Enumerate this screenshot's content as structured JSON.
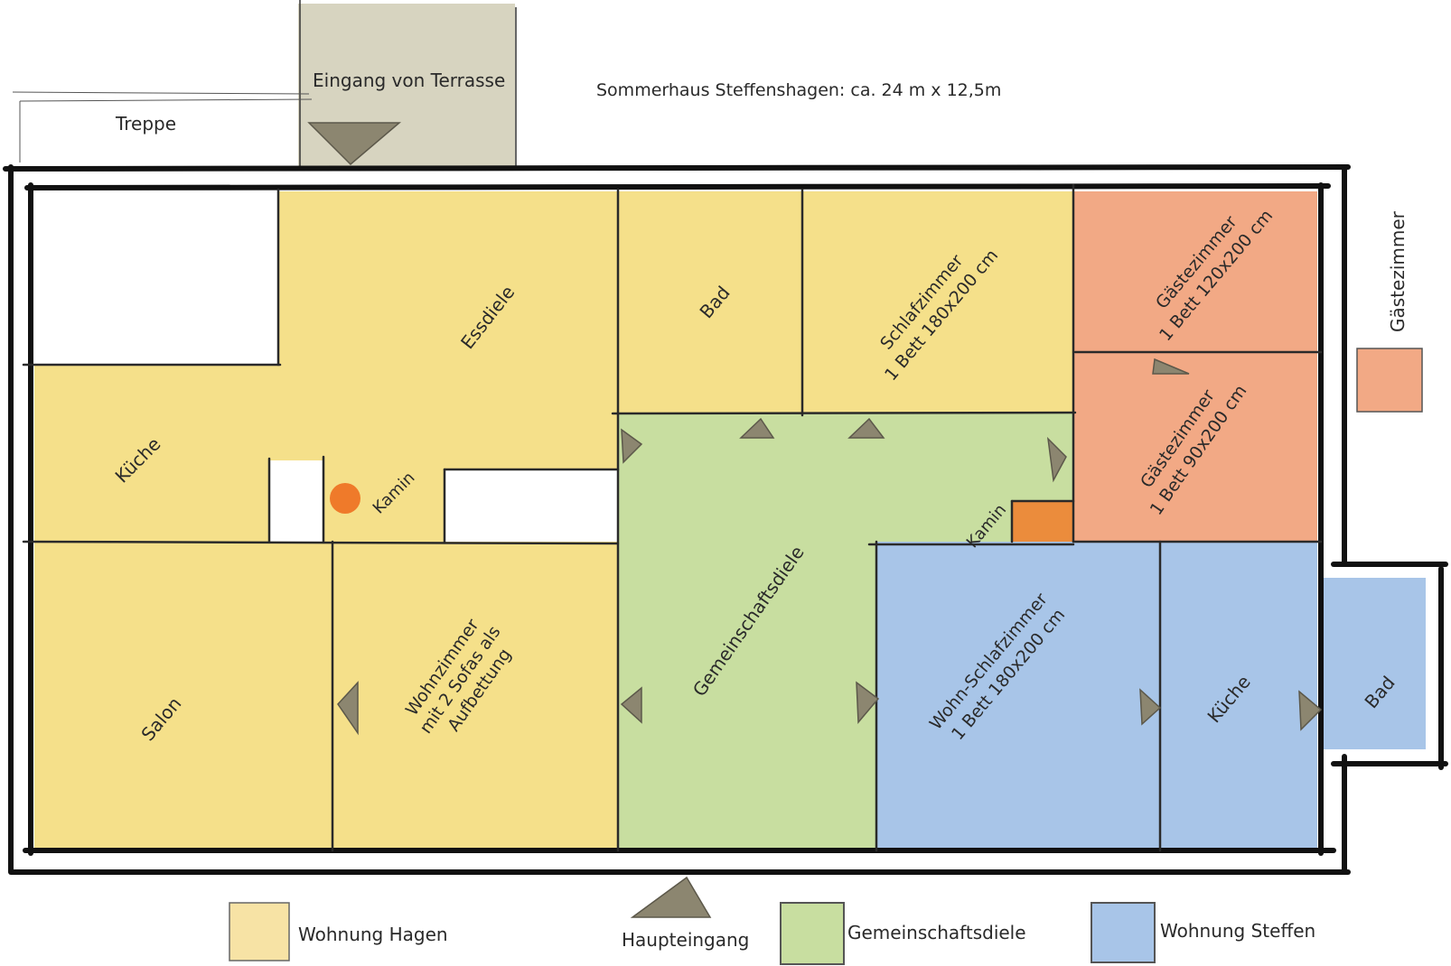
{
  "title": "Sommerhaus Steffenshagen: ca. 24 m x 12,5m",
  "outside": {
    "treppe": "Treppe",
    "eingang_terrasse": "Eingang von Terrasse"
  },
  "rooms": {
    "essdiele": "Essdiele",
    "kueche_hagen": "Küche",
    "kamin_hagen": "Kamin",
    "salon": "Salon",
    "wohnzimmer": [
      "Wohnzimmer",
      "mit 2 Sofas als",
      "Aufbettung"
    ],
    "bad_hagen": "Bad",
    "schlafzimmer": [
      "Schlafzimmer",
      "1 Bett 180x200 cm"
    ],
    "gemeinschaftsdiele": "Gemeinschaftsdiele",
    "kamin_diele": "Kamin",
    "gaestezimmer_1": [
      "Gästezimmer",
      "1 Bett 120x200 cm"
    ],
    "gaestezimmer_2": [
      "Gästezimmer",
      "1 Bett 90x200 cm"
    ],
    "wohn_schlafzimmer": [
      "Wohn-Schlafzimmer",
      "1 Bett 180x200 cm"
    ],
    "kueche_steffen": "Küche",
    "bad_steffen": "Bad"
  },
  "legend": {
    "hagen": "Wohnung Hagen",
    "haupteingang": "Haupteingang",
    "gemeinschaftsdiele": "Gemeinschaftsdiele",
    "steffen": "Wohnung Steffen",
    "gaestezimmer": "Gästezimmer"
  },
  "colors": {
    "hagen": "#f5e08a",
    "diele": "#c8dea0",
    "steffen": "#a8c5e8",
    "gaeste": "#f2a985",
    "terrasse": "#d7d4c0",
    "door": "#8c8670",
    "kamin_dot": "#ef7a2a",
    "kamin_block": "#eb8c3c"
  }
}
